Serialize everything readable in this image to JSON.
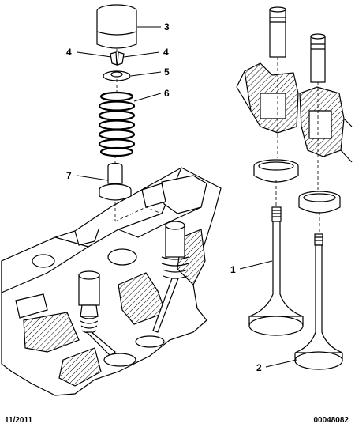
{
  "callouts": {
    "c1": "1",
    "c2": "2",
    "c3": "3",
    "c4a": "4",
    "c4b": "4",
    "c5": "5",
    "c6": "6",
    "c7": "7"
  },
  "footer": {
    "date": "11/2011",
    "reference": "00048082"
  },
  "colors": {
    "line": "#000000",
    "background": "#ffffff"
  }
}
